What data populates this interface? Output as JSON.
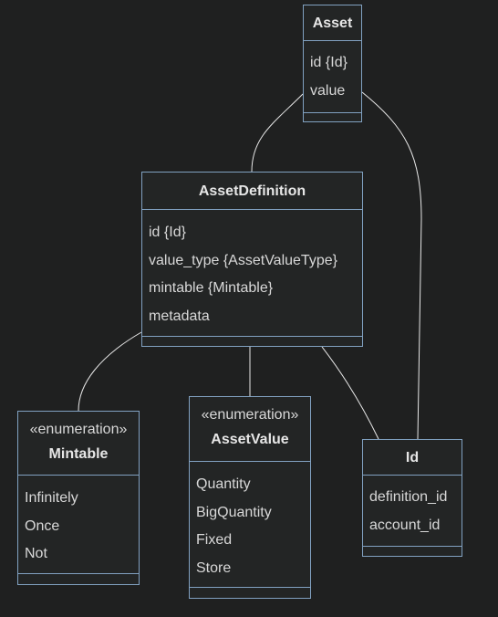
{
  "classes": {
    "asset": {
      "title": "Asset",
      "attributes": [
        "id {Id}",
        "value"
      ]
    },
    "asset_definition": {
      "title": "AssetDefinition",
      "attributes": [
        "id {Id}",
        "value_type {AssetValueType}",
        "mintable {Mintable}",
        "metadata"
      ]
    },
    "mintable": {
      "stereotype": "«enumeration»",
      "title": "Mintable",
      "attributes": [
        "Infinitely",
        "Once",
        "Not"
      ]
    },
    "asset_value": {
      "stereotype": "«enumeration»",
      "title": "AssetValue",
      "attributes": [
        "Quantity",
        "BigQuantity",
        "Fixed",
        "Store"
      ]
    },
    "id": {
      "title": "Id",
      "attributes": [
        "definition_id",
        "account_id"
      ]
    }
  },
  "colors": {
    "background": "#1f2020",
    "border": "#81a1c1",
    "edge": "#e8e8e8",
    "text": "#d8d8d8"
  }
}
